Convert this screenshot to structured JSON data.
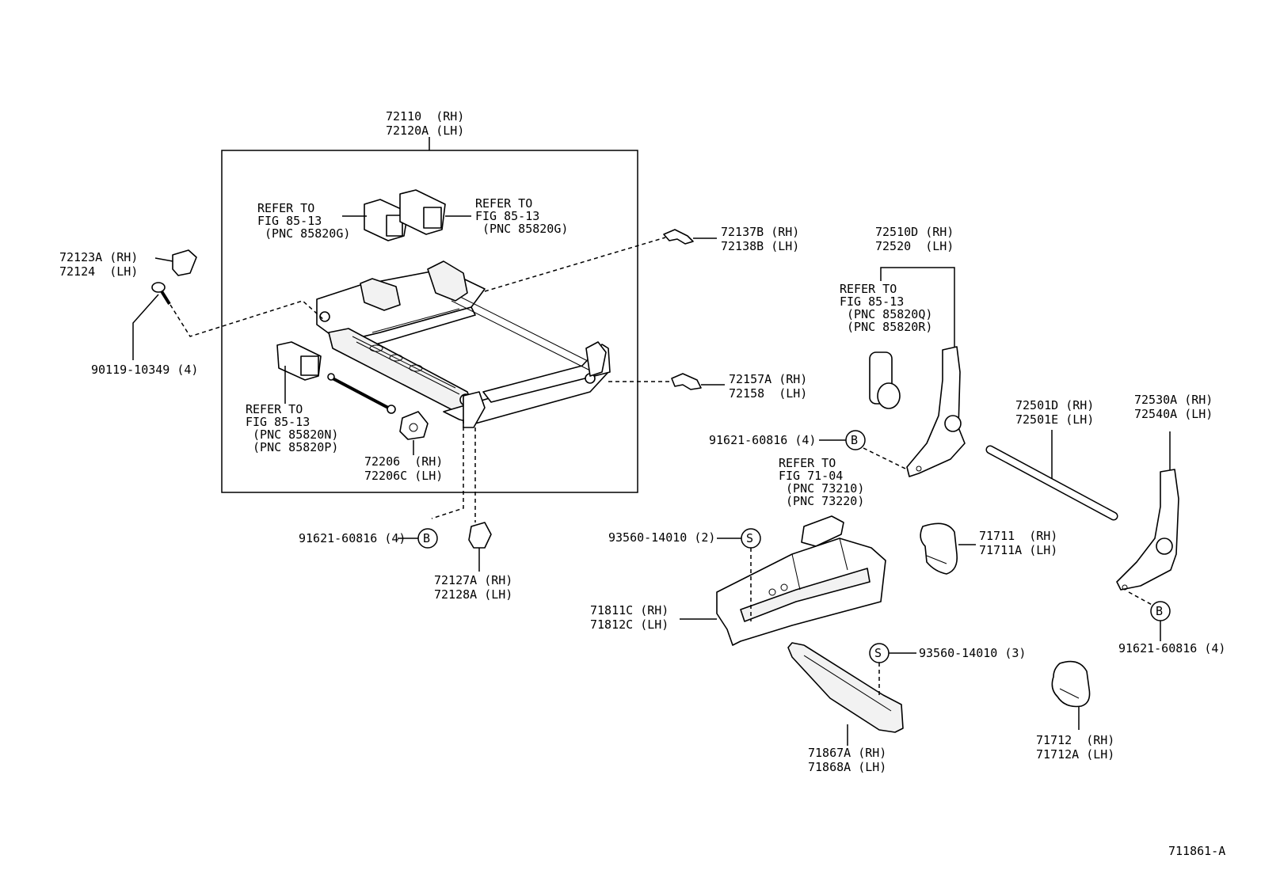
{
  "labels": {
    "frame": [
      "72110  (RH)",
      "72120A (LH)"
    ],
    "motor_top_left": [
      "REFER TO",
      "FIG 85-13",
      " (PNC 85820G)"
    ],
    "motor_top_right": [
      "REFER TO",
      "FIG 85-13",
      " (PNC 85820G)"
    ],
    "motor_bottom": [
      "REFER TO",
      "FIG 85-13",
      " (PNC 85820N)",
      " (PNC 85820P)"
    ],
    "cover_left": [
      "72123A (RH)",
      "72124  (LH)"
    ],
    "bolt": "90119-10349 (4)",
    "clip_top": [
      "72137B (RH)",
      "72138B (LH)"
    ],
    "clip_mid": [
      "72157A (RH)",
      "72158  (LH)"
    ],
    "gear": [
      "72206  (RH)",
      "72206C (LH)"
    ],
    "bracket_bottom": [
      "72127A (RH)",
      "72128A (LH)"
    ],
    "bolt_b_left": "91621-60816 (4)",
    "recliner_rh": [
      "72510D (RH)",
      "72520  (LH)"
    ],
    "motor_recliner": [
      "REFER TO",
      "FIG 85-13",
      " (PNC 85820Q)",
      " (PNC 85820R)"
    ],
    "bolt_b_mid": "91621-60816 (4)",
    "rod": [
      "72501D (RH)",
      "72501E (LH)"
    ],
    "recliner_lh": [
      "72530A (RH)",
      "72540A (LH)"
    ],
    "bolt_b_right": "91621-60816 (4)",
    "switch": [
      "REFER TO",
      "FIG 71-04",
      " (PNC 73210)",
      " (PNC 73220)"
    ],
    "screw_top": "93560-14010 (2)",
    "shield": [
      "71811C (RH)",
      "71812C (LH)"
    ],
    "hinge_cover_top": [
      "71711  (RH)",
      "71711A (LH)"
    ],
    "trim": [
      "71867A (RH)",
      "71868A (LH)"
    ],
    "screw_bottom": "93560-14010 (3)",
    "hinge_cover_bottom": [
      "71712  (RH)",
      "71712A (LH)"
    ],
    "figure_id": "711861-A"
  },
  "symbols": {
    "bolt_marker": "B",
    "screw_marker": "S"
  }
}
